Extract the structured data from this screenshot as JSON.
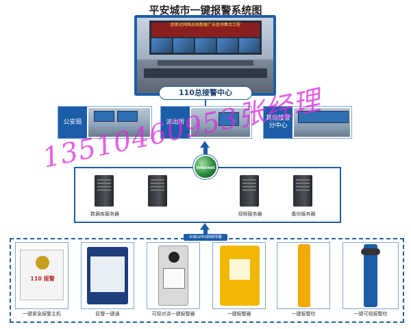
{
  "title": "平安城市一键报警系统图",
  "center": {
    "label": "110总接警中心",
    "banner": "欧斯达网络总局数据广告查询集合工程"
  },
  "units": [
    {
      "label": "公安局"
    },
    {
      "label": "派出所"
    },
    {
      "label": "其他接警分中心"
    }
  ],
  "internet_label": "Internet",
  "servers": [
    {
      "label": "数据库服务器"
    },
    {
      "label": ""
    },
    {
      "label": "视频服务器"
    },
    {
      "label": "备份服务器"
    }
  ],
  "network_badge": "IP或GPRS网络传输",
  "devices": [
    {
      "label": "一键紧急报警主机",
      "inner": "110 报警"
    },
    {
      "label": "民警一键通",
      "inner": ""
    },
    {
      "label": "可视对讲一键报警器",
      "inner": ""
    },
    {
      "label": "一键报警器",
      "inner": ""
    },
    {
      "label": "一键报警柱",
      "inner": ""
    },
    {
      "label": "一键可视报警柱",
      "inner": ""
    }
  ],
  "watermark": "13510460953张经理",
  "colors": {
    "primary": "#1b5da8",
    "watermark": "#dc28dc",
    "accent_yellow": "#f2b705"
  }
}
